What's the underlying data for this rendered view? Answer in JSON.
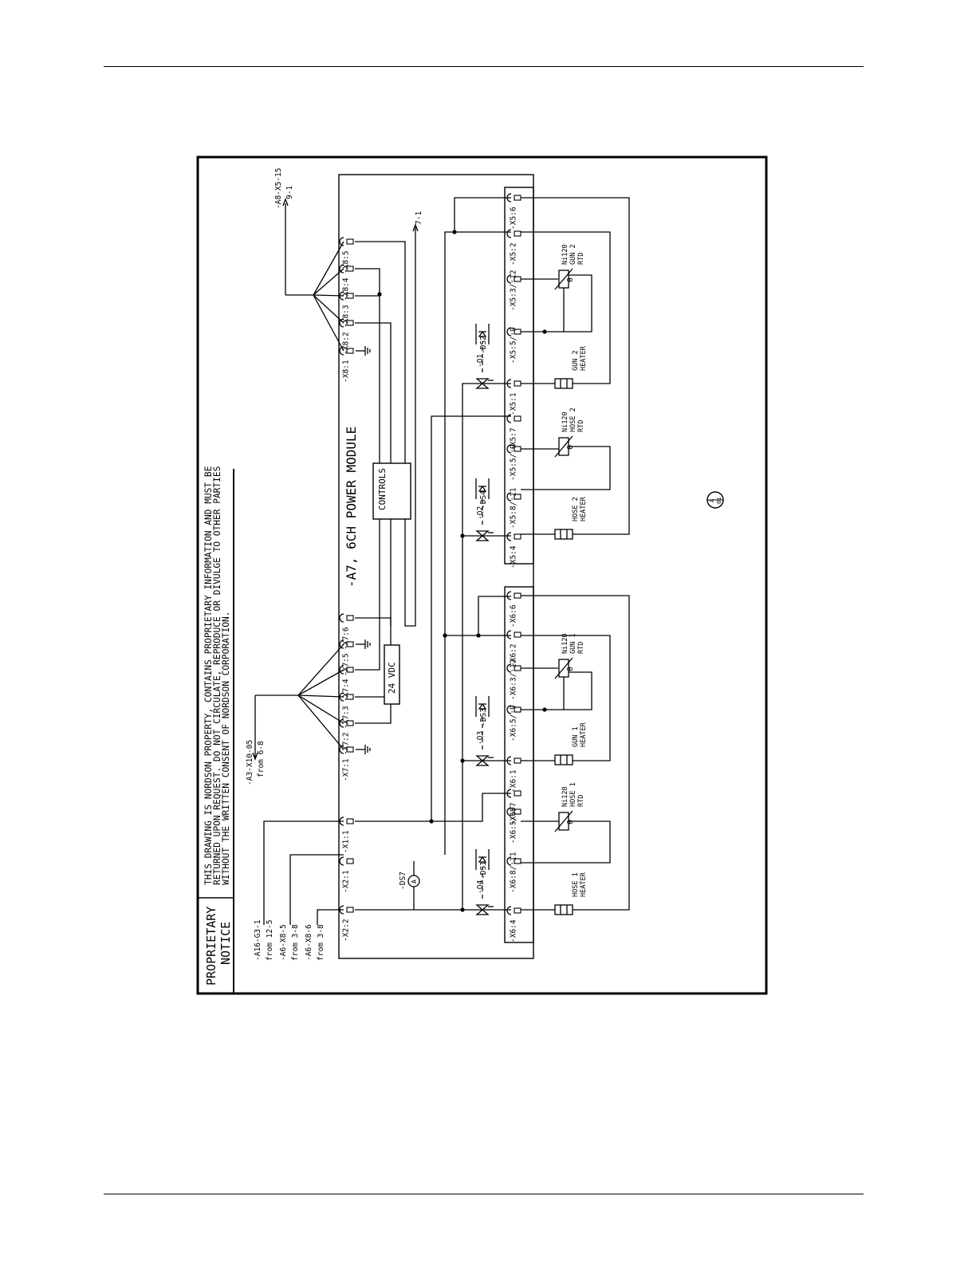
{
  "notice": {
    "title_line1": "PROPRIETARY",
    "title_line2": "NOTICE",
    "text_line1": "THIS DRAWING IS NORDSON PROPERTY, CONTAINS PROPRIETARY INFORMATION AND MUST BE",
    "text_line2": "RETURNED UPON REQUEST. DO NOT CIRCULATE, REPRODUCE OR DIVULGE TO OTHER PARTIES",
    "text_line3": "WITHOUT THE WRITTEN CONSENT OF NORDSON CORPORATION."
  },
  "module": {
    "title": "-A7,  6CH  POWER  MODULE",
    "controls": "CONTROLS",
    "psu": "24 VDC"
  },
  "external": {
    "a3": "-A3-X10-05",
    "a3_from": "from 6-8",
    "a8": "-A8-X5-15",
    "a8_ref": "9-1",
    "ref71": "7-1",
    "a16": "-A16-G3-1",
    "a16_from": "from 12-5",
    "a6_5": "-A6-X8-5",
    "a6_5_from": "from 3-8",
    "a6_6": "-A6-X8-6",
    "a6_6_from": "from 3-8"
  },
  "x8": [
    "-X8:1",
    "-X8:2",
    "-X8:3",
    "-X8:4",
    "-X8:5"
  ],
  "x7": [
    "-X7:1",
    "-X7:2",
    "-X7:3",
    "-X7:4",
    "-X7:5",
    "-X7:6"
  ],
  "xmisc": [
    "-X1:1",
    "-X2:1",
    "-X2:2"
  ],
  "x5": [
    "-X5:4",
    "-X5:8/:11",
    "-X5:5/:9",
    "-X5:7",
    "-X5:1",
    "-X5:5/:9",
    "-X5:3/:12",
    "-X5:2",
    "-X5:6"
  ],
  "x6": [
    "-X6:4",
    "-X6:8/:11",
    "-X6:5/:9",
    "-X6:7",
    "-X6:1",
    "-X6:5/:9",
    "-X6:3/:12",
    "-X6:2",
    "-X6:6"
  ],
  "components": {
    "q1": "-Q1",
    "q2": "-Q2",
    "q3": "-Q3",
    "q4": "-Q4",
    "ds1": "-DS1",
    "ds2": "-DS2",
    "ds3": "-DS3",
    "ds4": "-DS4",
    "ds7": "-DS7",
    "ds7_symbol": "A"
  },
  "loads": {
    "gun2_heater": [
      "GUN 2",
      "HEATER"
    ],
    "gun2_rtd": [
      "Ni120",
      "GUN 2",
      "RTD"
    ],
    "hose2_heater": [
      "HOSE 2",
      "HEATER"
    ],
    "hose2_rtd": [
      "Ni120",
      "HOSE 2",
      "RTD"
    ],
    "gun1_heater": [
      "GUN 1",
      "HEATER"
    ],
    "gun1_rtd": [
      "Ni120",
      "GUN 1",
      "RTD"
    ],
    "hose1_heater": [
      "HOSE 1",
      "HEATER"
    ],
    "hose1_rtd": [
      "Ni120",
      "HOSE 1",
      "RTD"
    ],
    "theta": "θ"
  },
  "sheet_ref": {
    "top": "A",
    "bottom": "01"
  }
}
